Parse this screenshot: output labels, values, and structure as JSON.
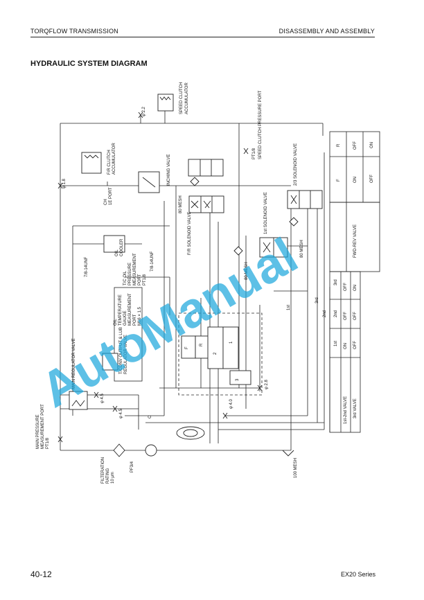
{
  "header": {
    "left": "TORQFLOW TRANSMISSION",
    "right": "DISASSEMBLY AND ASSEMBLY"
  },
  "title": "HYDRAULIC SYSTEM DIAGRAM",
  "footer": {
    "page": "40-12",
    "series": "EX20 Series"
  },
  "watermark": "AutoManual",
  "labels": {
    "speed_clutch_accumulator_1": "SPEED CLUTCH",
    "speed_clutch_accumulator_2": "ACCUMULATOR",
    "phi22": "φ 2.2",
    "pt18_top": "PT1/8",
    "speed_clutch_pressure_port": "SPEED CLUTCH PRESSURE PORT",
    "twothree_solenoid": "2/3 SOLENOID VALVE",
    "fr_clutch_accumulator_1": "F/R CLUTCH",
    "fr_clutch_accumulator_2": "ACCUMULATOR",
    "inching_valve": "INCHING VALVE",
    "phi18": "φ 1.8",
    "ch_port": "CH",
    "ie_port": "1E PORT",
    "mesh80_a": "80 MESH",
    "first_solenoid": "1st SOLENOID VALVE",
    "fr_solenoid": "F/R SOLENOID VALVE",
    "mesh80_b": "80 MESH",
    "mesh80_c": "80 MESH",
    "oil_cooler_1": "OIL",
    "oil_cooler_2": "COOLER",
    "unf_a": "7/8-14UNF",
    "unf_b": "7/8-14UNF",
    "tc_oil_1": "T/C OIL",
    "tc_oil_2": "PRESSURE",
    "tc_oil_3": "MEASUREMENT",
    "tc_oil_4": "PORT",
    "tc_oil_5": "PT1/8",
    "oil_temp_1": "OIL",
    "oil_temp_2": "TEMPERATURE",
    "oil_temp_3": "GAUGE",
    "oil_temp_4": "MEASUREMENT",
    "oil_temp_5": "PORT",
    "oil_temp_6": "M16 × 1.5",
    "tconv_1": "T/CONV OUTPUT & LUB",
    "tconv_2": "REGULATOR VALVE",
    "main_reg": "MAIN REGULATOR VALVE",
    "phi45_a": "φ 4.5",
    "phi45_b": "φ 4.5",
    "phi40": "φ 4.0",
    "phi28": "φ 2.8",
    "main_pressure_1": "MAIN PRESSURE",
    "main_pressure_2": "MEASUREMENT PORT",
    "main_pressure_3": "PT1/8",
    "filtration_1": "FILTERATION",
    "filtration_2": "RATING",
    "filtration_3": "10 μm",
    "pf34": "PF3/4",
    "mesh100": "100 MESH",
    "first_line": "1st",
    "second_line": "2nd",
    "third_line": "3rd",
    "clutch_f": "F",
    "clutch_r": "R",
    "clutch_1": "1",
    "clutch_2": "2",
    "clutch_3": "3",
    "clutch_c": "C"
  },
  "fwd_rev_table": {
    "caption": "FWD-REV VALVE",
    "columns": [
      "F",
      "R"
    ],
    "row": [
      "ON",
      "OFF",
      "OFF",
      "ON"
    ]
  },
  "speed_table": {
    "columns": [
      "1st",
      "2nd",
      "3rd"
    ],
    "rows": [
      {
        "label": "1st-2nd VALVE",
        "values": [
          "ON",
          "OFF",
          "OFF"
        ]
      },
      {
        "label": "3rd VALVE",
        "values": [
          "OFF",
          "OFF",
          "ON"
        ]
      }
    ]
  },
  "colors": {
    "line": "#222222",
    "watermark": "#1ea8dc"
  }
}
